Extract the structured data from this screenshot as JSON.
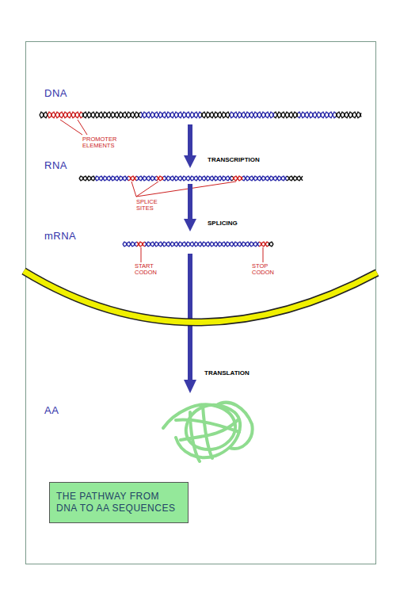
{
  "diagram": {
    "nodes": [
      {
        "text": [
          "THE PATHWAY FROM DNA TO AA SEQUENCES"
        ]
      }
    ],
    "labels": [
      "DNA",
      "PROMOTER ELEMENTS",
      "RNA",
      "TRANSCRIPTION",
      "SPLICE SITES",
      "SPLICING",
      "mRNA",
      "START CODON",
      "STOP CODON",
      "TRANSLATION",
      "AA"
    ]
  }
}
